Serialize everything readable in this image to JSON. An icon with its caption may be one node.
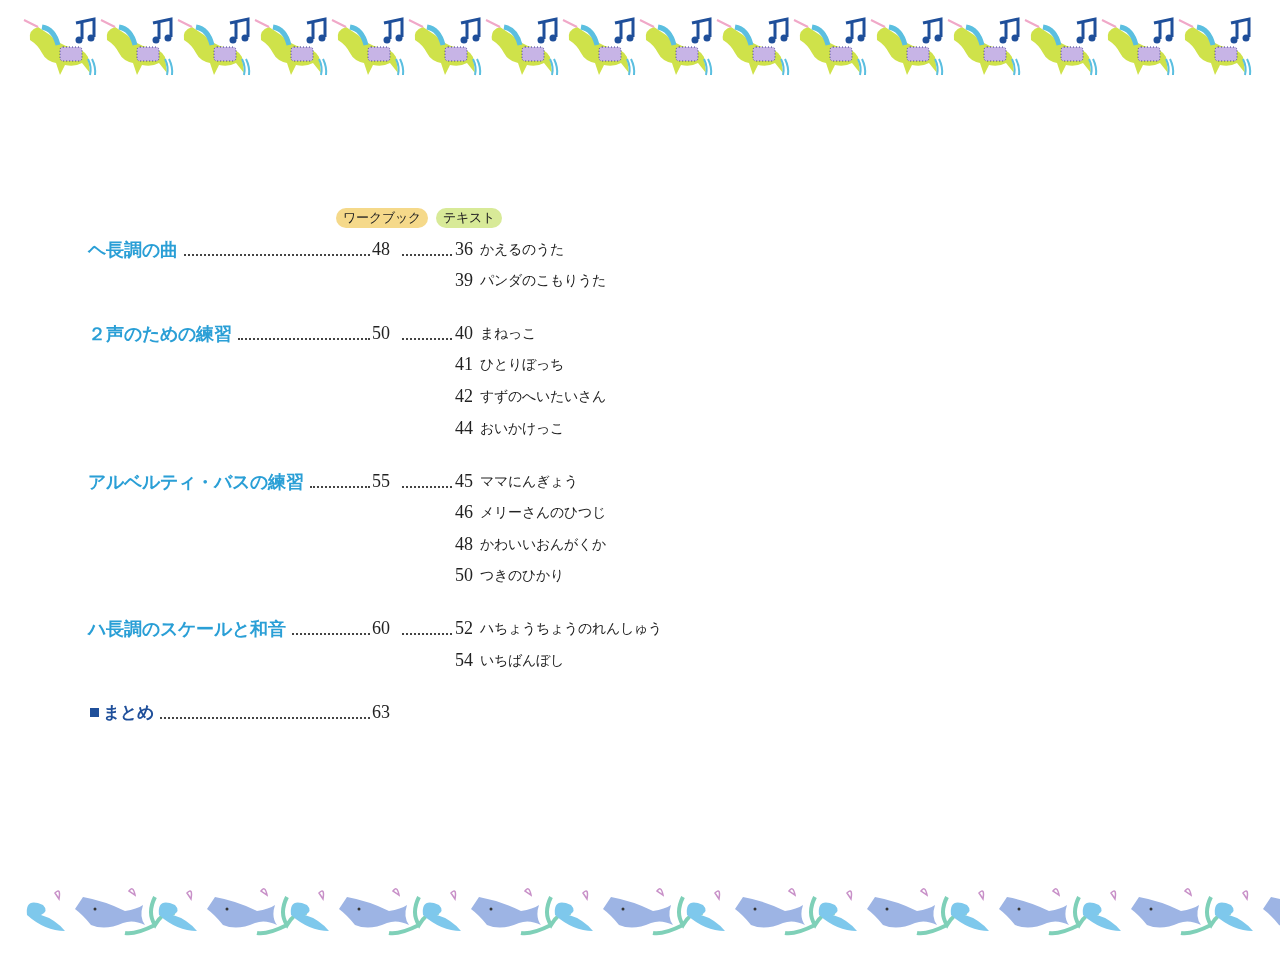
{
  "diagram": {
    "nodes": [
      {
        "text": [
          "ワークブック"
        ]
      },
      {
        "text": [
          "テキスト"
        ]
      }
    ],
    "labels": [
      "ヘ長調の曲",
      "48",
      "36",
      "かえるのうた",
      "39",
      "パンダのこもりうた",
      "２声のための練習",
      "50",
      "40",
      "まねっこ",
      "41",
      "ひとりぼっち",
      "42",
      "すずのへいたいさん",
      "44",
      "おいかけっこ",
      "アルベルティ・バスの練習",
      "55",
      "45",
      "ママにんぎょう",
      "46",
      "メリーさんのひつじ",
      "48",
      "かわいいおんがくか",
      "50",
      "つきのひかり",
      "ハ長調のスケールと和音",
      "60",
      "52",
      "ハちょうちょうのれんしゅう",
      "54",
      "いちばんぼし",
      "まとめ",
      "63"
    ]
  }
}
